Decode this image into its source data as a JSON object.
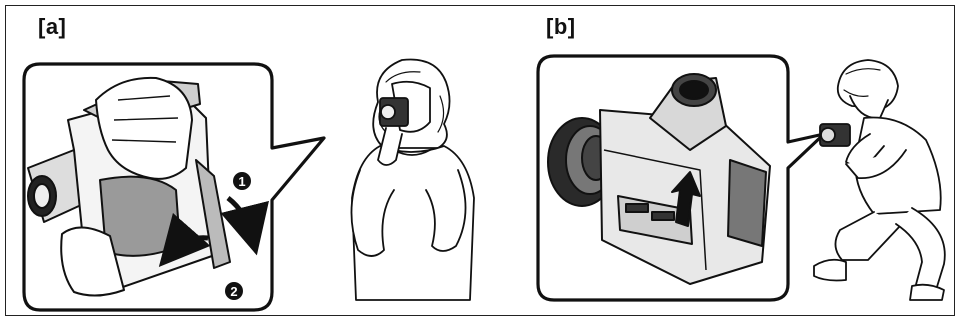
{
  "panels": [
    {
      "label": "[a]"
    },
    {
      "label": "[b]"
    }
  ],
  "steps": [
    {
      "number": "1"
    },
    {
      "number": "2"
    }
  ]
}
